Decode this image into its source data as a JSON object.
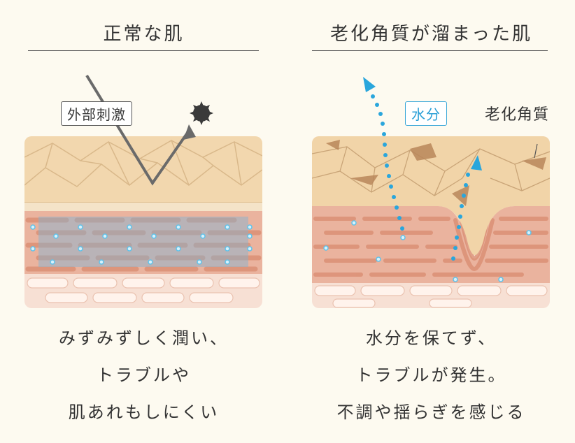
{
  "left": {
    "title": "正常な肌",
    "label": "外部刺激",
    "desc": [
      "みずみずしく潤い、",
      "トラブルや",
      "肌あれもしにくい"
    ]
  },
  "right": {
    "title": "老化角質が溜まった肌",
    "water_label": "水分",
    "keratin_label": "老化角質",
    "desc": [
      "水分を保てず、",
      "トラブルが発生。",
      "不調や揺らぎを感じる"
    ]
  },
  "colors": {
    "background": "#fdfaf0",
    "water": "#2aa6dc",
    "arrow": "#6a6a6a",
    "keratin": "#f1d4a8",
    "epidermis": "#e8a48c",
    "dermis": "#f6ddd0"
  }
}
